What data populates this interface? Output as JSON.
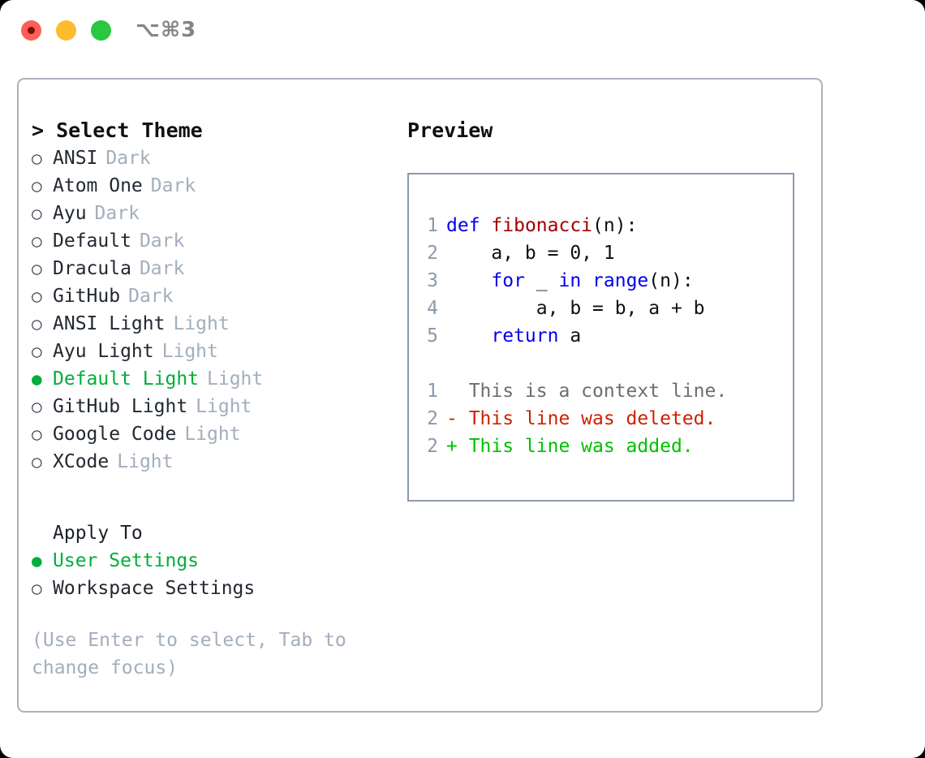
{
  "titlebar": {
    "shortcut": "⌥⌘3",
    "lights": [
      {
        "name": "close",
        "color": "#ff5f56"
      },
      {
        "name": "minimize",
        "color": "#febc2e"
      },
      {
        "name": "maximize",
        "color": "#28c840"
      }
    ]
  },
  "theme_picker": {
    "header": "> Select Theme",
    "items": [
      {
        "label": "ANSI",
        "tag": "Dark",
        "selected": false,
        "bullet": "○"
      },
      {
        "label": "Atom One",
        "tag": "Dark",
        "selected": false,
        "bullet": "○"
      },
      {
        "label": "Ayu",
        "tag": "Dark",
        "selected": false,
        "bullet": "○"
      },
      {
        "label": "Default",
        "tag": "Dark",
        "selected": false,
        "bullet": "○"
      },
      {
        "label": "Dracula",
        "tag": "Dark",
        "selected": false,
        "bullet": "○"
      },
      {
        "label": "GitHub",
        "tag": "Dark",
        "selected": false,
        "bullet": "○"
      },
      {
        "label": "ANSI Light",
        "tag": "Light",
        "selected": false,
        "bullet": "○"
      },
      {
        "label": "Ayu Light",
        "tag": "Light",
        "selected": false,
        "bullet": "○"
      },
      {
        "label": "Default Light",
        "tag": "Light",
        "selected": true,
        "bullet": "●"
      },
      {
        "label": "GitHub Light",
        "tag": "Light",
        "selected": false,
        "bullet": "○"
      },
      {
        "label": "Google Code",
        "tag": "Light",
        "selected": false,
        "bullet": "○"
      },
      {
        "label": "XCode",
        "tag": "Light",
        "selected": false,
        "bullet": "○"
      }
    ]
  },
  "apply_to": {
    "title": "Apply To",
    "items": [
      {
        "label": "User Settings",
        "selected": true,
        "bullet": "●"
      },
      {
        "label": "Workspace Settings",
        "selected": false,
        "bullet": "○"
      }
    ]
  },
  "hint": "(Use Enter to select, Tab to\nchange focus)",
  "preview": {
    "title": "Preview",
    "code_lines": [
      {
        "num": "1",
        "tokens": [
          {
            "t": "def",
            "c": "kw"
          },
          {
            "t": " ",
            "c": "plain"
          },
          {
            "t": "fibonacci",
            "c": "fn"
          },
          {
            "t": "(n):",
            "c": "plain"
          }
        ]
      },
      {
        "num": "2",
        "tokens": [
          {
            "t": "    a, b = 0, 1",
            "c": "plain"
          }
        ]
      },
      {
        "num": "3",
        "tokens": [
          {
            "t": "    ",
            "c": "plain"
          },
          {
            "t": "for",
            "c": "kw"
          },
          {
            "t": " _ ",
            "c": "plain"
          },
          {
            "t": "in",
            "c": "kw"
          },
          {
            "t": " ",
            "c": "plain"
          },
          {
            "t": "range",
            "c": "kw"
          },
          {
            "t": "(n):",
            "c": "plain"
          }
        ]
      },
      {
        "num": "4",
        "tokens": [
          {
            "t": "        a, b = b, a + b",
            "c": "plain"
          }
        ]
      },
      {
        "num": "5",
        "tokens": [
          {
            "t": "    ",
            "c": "plain"
          },
          {
            "t": "return",
            "c": "kw"
          },
          {
            "t": " a",
            "c": "plain"
          }
        ]
      }
    ],
    "diff_lines": [
      {
        "num": "1",
        "text": "  This is a context line.",
        "kind": "diff-ctx"
      },
      {
        "num": "2",
        "text": "- This line was deleted.",
        "kind": "diff-del"
      },
      {
        "num": "2",
        "text": "+ This line was added.",
        "kind": "diff-add"
      }
    ]
  },
  "colors": {
    "accent_green": "#00ae3a",
    "muted": "#a3aebc",
    "border": "#aab2bd",
    "code_border": "#8c99ad",
    "keyword": "#0000ee",
    "function": "#a00000",
    "diff_added": "#00c000",
    "diff_deleted": "#cc2200"
  }
}
